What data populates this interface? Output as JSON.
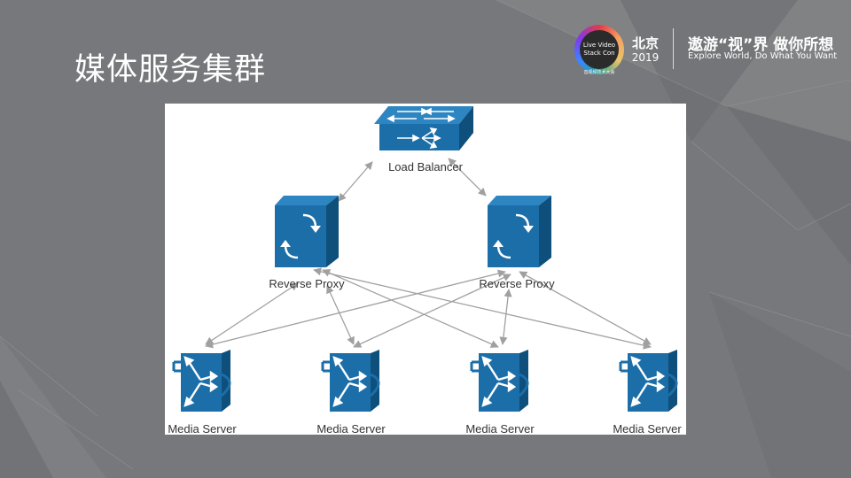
{
  "slide": {
    "title": "媒体服务集群"
  },
  "header": {
    "logo_lines": [
      "Live Video",
      "Stack Con"
    ],
    "logo_subtitle": "音视频技术大会",
    "city": "北京",
    "year": "2019",
    "slogan_cn": "遨游“视”界  做你所想",
    "slogan_en": "Explore World, Do What You Want"
  },
  "diagram": {
    "nodes": {
      "load_balancer": {
        "label": "Load Balancer",
        "icon": "network-switch-icon"
      },
      "proxies": [
        {
          "label": "Reverse Proxy",
          "icon": "reverse-proxy-icon"
        },
        {
          "label": "Reverse Proxy",
          "icon": "reverse-proxy-icon"
        }
      ],
      "servers": [
        {
          "label": "Media Server",
          "icon": "media-server-icon"
        },
        {
          "label": "Media Server",
          "icon": "media-server-icon"
        },
        {
          "label": "Media Server",
          "icon": "media-server-icon"
        },
        {
          "label": "Media Server",
          "icon": "media-server-icon"
        }
      ]
    },
    "connections": "bidirectional",
    "colors": {
      "node_blue": "#1b6ea8",
      "node_side": "#0f4f7c",
      "node_top": "#2d86c2",
      "edge": "#a0a0a0"
    }
  }
}
